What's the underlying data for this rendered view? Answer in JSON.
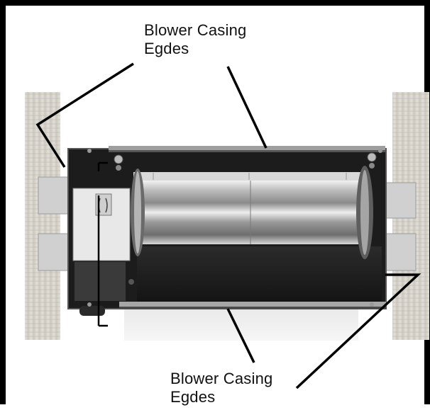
{
  "callouts": {
    "top": {
      "line1": "Blower Casing",
      "line2": "Egdes"
    },
    "bottom": {
      "line1": "Blower Casing",
      "line2": "Egdes"
    }
  },
  "colors": {
    "frame": "#000000",
    "callout_line": "#000000",
    "wood": "#d7d4cc",
    "casing_interior": "#1a1a1a",
    "blower_wheel": "#c8c8c8",
    "control_box": "#e8e8e8"
  }
}
